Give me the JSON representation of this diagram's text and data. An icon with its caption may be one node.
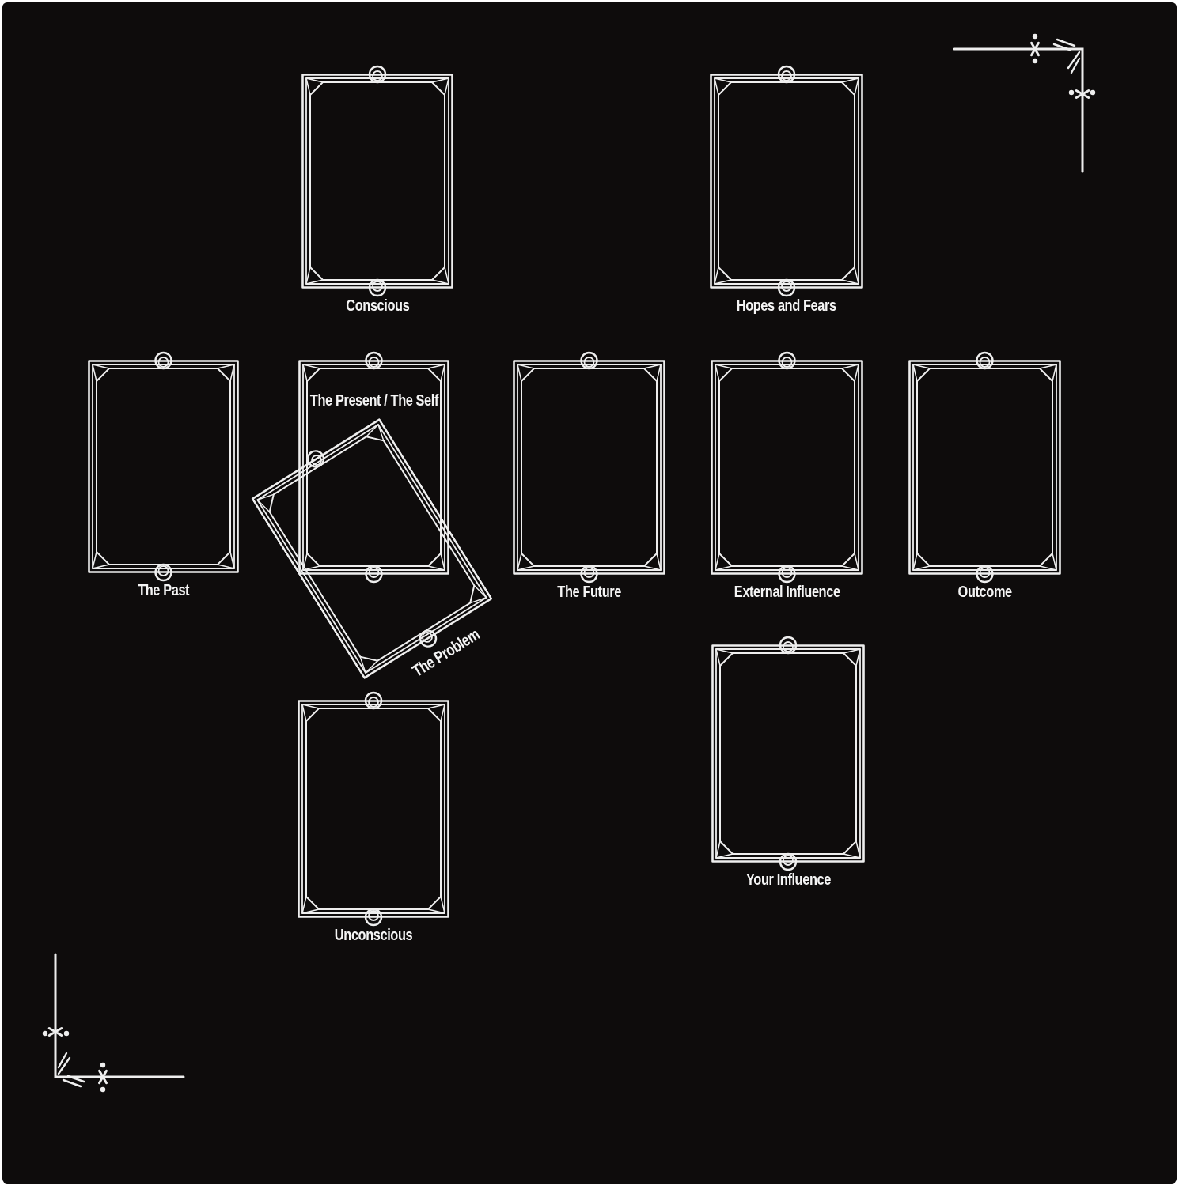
{
  "diagram": {
    "nodes": [
      {
        "text": [
          "Conscious"
        ]
      },
      {
        "text": [
          "Hopes and Fears"
        ]
      },
      {
        "text": [
          "The Past"
        ]
      },
      {
        "text": [
          "The Present / The Self"
        ]
      },
      {
        "text": [
          "The Problem"
        ]
      },
      {
        "text": [
          "The Future"
        ]
      },
      {
        "text": [
          "External Influence"
        ]
      },
      {
        "text": [
          "Outcome"
        ]
      },
      {
        "text": [
          "Unconscious"
        ]
      },
      {
        "text": [
          "Your Influence"
        ]
      }
    ]
  }
}
